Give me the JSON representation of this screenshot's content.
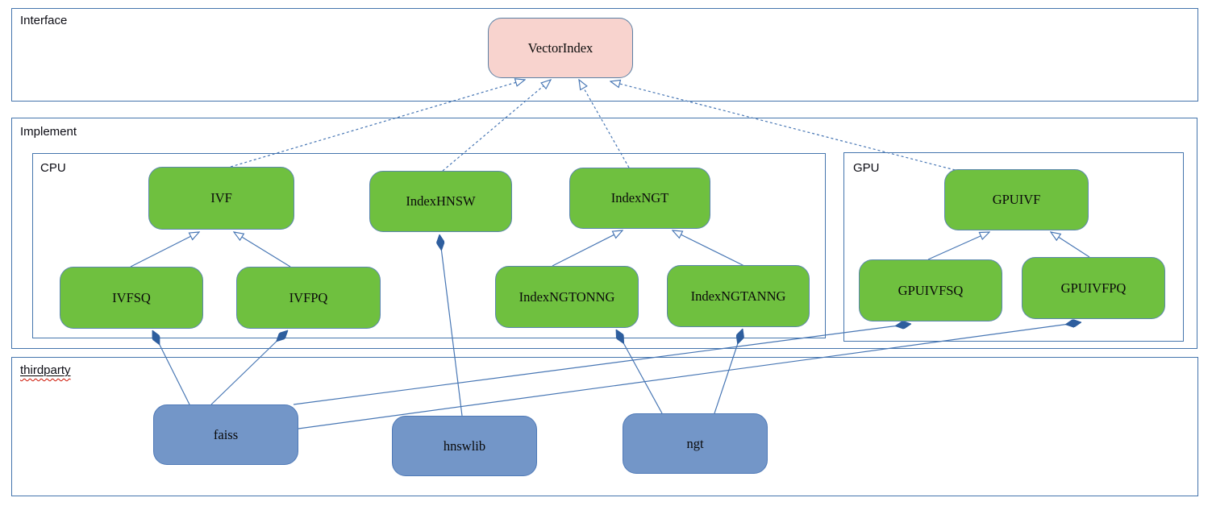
{
  "diagram": {
    "containers": {
      "interface": {
        "label": "Interface"
      },
      "implement": {
        "label": "Implement"
      },
      "cpu": {
        "label": "CPU"
      },
      "gpu": {
        "label": "GPU"
      },
      "thirdparty": {
        "label": "thirdparty",
        "spellcheck_wavy_underline": true
      }
    },
    "nodes": {
      "vectorindex": {
        "label": "VectorIndex",
        "type": "interface",
        "container": "interface"
      },
      "ivf": {
        "label": "IVF",
        "type": "class",
        "container": "cpu"
      },
      "indexhnsw": {
        "label": "IndexHNSW",
        "type": "class",
        "container": "cpu"
      },
      "indexngt": {
        "label": "IndexNGT",
        "type": "class",
        "container": "cpu"
      },
      "ivfsq": {
        "label": "IVFSQ",
        "type": "class",
        "container": "cpu"
      },
      "ivfpq": {
        "label": "IVFPQ",
        "type": "class",
        "container": "cpu"
      },
      "indexngtonng": {
        "label": "IndexNGTONNG",
        "type": "class",
        "container": "cpu"
      },
      "indexngtanng": {
        "label": "IndexNGTANNG",
        "type": "class",
        "container": "cpu"
      },
      "gpuivf": {
        "label": "GPUIVF",
        "type": "class",
        "container": "gpu"
      },
      "gpuivfsq": {
        "label": "GPUIVFSQ",
        "type": "class",
        "container": "gpu"
      },
      "gpuivfpq": {
        "label": "GPUIVFPQ",
        "type": "class",
        "container": "gpu"
      },
      "faiss": {
        "label": "faiss",
        "type": "library",
        "container": "thirdparty"
      },
      "hnswlib": {
        "label": "hnswlib",
        "type": "library",
        "container": "thirdparty"
      },
      "ngt": {
        "label": "ngt",
        "type": "library",
        "container": "thirdparty"
      }
    },
    "edges": [
      {
        "from": "IVF",
        "to": "VectorIndex",
        "style": "dashed",
        "marker": "hollow-triangle",
        "marker_at": "to"
      },
      {
        "from": "IndexHNSW",
        "to": "VectorIndex",
        "style": "dashed",
        "marker": "hollow-triangle",
        "marker_at": "to"
      },
      {
        "from": "IndexNGT",
        "to": "VectorIndex",
        "style": "dashed",
        "marker": "hollow-triangle",
        "marker_at": "to"
      },
      {
        "from": "GPUIVF",
        "to": "VectorIndex",
        "style": "dashed",
        "marker": "hollow-triangle",
        "marker_at": "to"
      },
      {
        "from": "IVFSQ",
        "to": "IVF",
        "style": "solid",
        "marker": "hollow-triangle",
        "marker_at": "to"
      },
      {
        "from": "IVFPQ",
        "to": "IVF",
        "style": "solid",
        "marker": "hollow-triangle",
        "marker_at": "to"
      },
      {
        "from": "IndexNGTONNG",
        "to": "IndexNGT",
        "style": "solid",
        "marker": "hollow-triangle",
        "marker_at": "to"
      },
      {
        "from": "IndexNGTANNG",
        "to": "IndexNGT",
        "style": "solid",
        "marker": "hollow-triangle",
        "marker_at": "to"
      },
      {
        "from": "GPUIVFSQ",
        "to": "GPUIVF",
        "style": "solid",
        "marker": "hollow-triangle",
        "marker_at": "to"
      },
      {
        "from": "GPUIVFPQ",
        "to": "GPUIVF",
        "style": "solid",
        "marker": "hollow-triangle",
        "marker_at": "to"
      },
      {
        "from": "faiss",
        "to": "IVFSQ",
        "style": "solid",
        "marker": "filled-diamond",
        "marker_at": "to"
      },
      {
        "from": "faiss",
        "to": "IVFPQ",
        "style": "solid",
        "marker": "filled-diamond",
        "marker_at": "to"
      },
      {
        "from": "faiss",
        "to": "GPUIVFSQ",
        "style": "solid",
        "marker": "filled-diamond",
        "marker_at": "to"
      },
      {
        "from": "faiss",
        "to": "GPUIVFPQ",
        "style": "solid",
        "marker": "filled-diamond",
        "marker_at": "to"
      },
      {
        "from": "hnswlib",
        "to": "IndexHNSW",
        "style": "solid",
        "marker": "filled-diamond",
        "marker_at": "to"
      },
      {
        "from": "ngt",
        "to": "IndexNGTONNG",
        "style": "solid",
        "marker": "filled-diamond",
        "marker_at": "to"
      },
      {
        "from": "ngt",
        "to": "IndexNGTANNG",
        "style": "solid",
        "marker": "filled-diamond",
        "marker_at": "to"
      }
    ],
    "colors": {
      "class_node_fill": "#6fc03f",
      "interface_node_fill": "#f8d3ce",
      "library_node_fill": "#7396c8",
      "connector": "#4776b4",
      "diamond_fill": "#2e5e9e",
      "container_border": "#4575ad",
      "spellcheck_underline": "#cc1100"
    }
  }
}
